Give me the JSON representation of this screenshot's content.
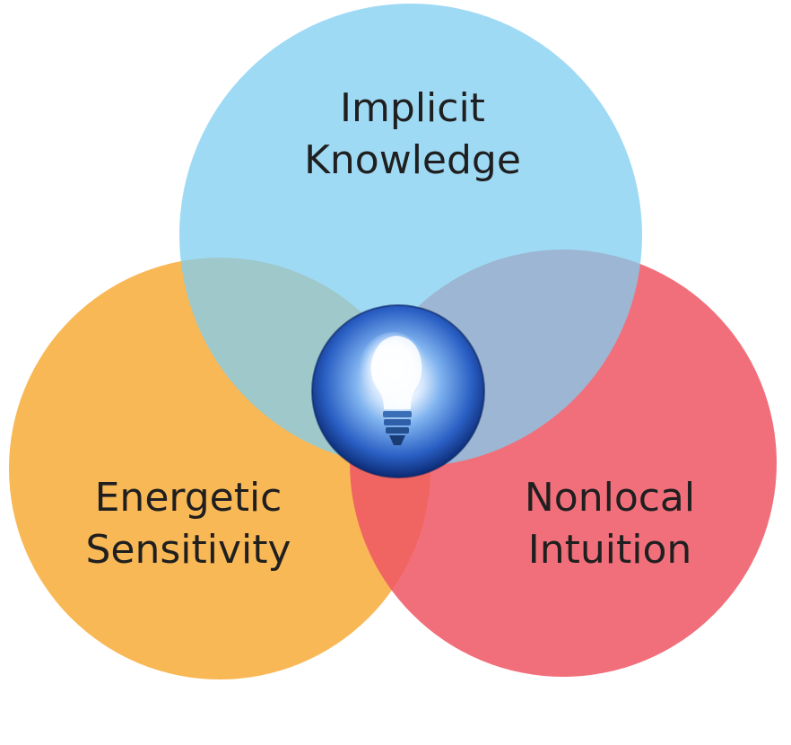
{
  "diagram": {
    "type": "venn",
    "sets": [
      {
        "id": "implicit",
        "lines": [
          "Implicit",
          "Knowledge"
        ],
        "color": "#87d2f2"
      },
      {
        "id": "energetic",
        "lines": [
          "Energetic",
          "Sensitivity"
        ],
        "color": "#f8b248"
      },
      {
        "id": "nonlocal",
        "lines": [
          "Nonlocal",
          "Intuition"
        ],
        "color": "#ef5663"
      }
    ],
    "center_icon": "lightbulb-icon"
  }
}
